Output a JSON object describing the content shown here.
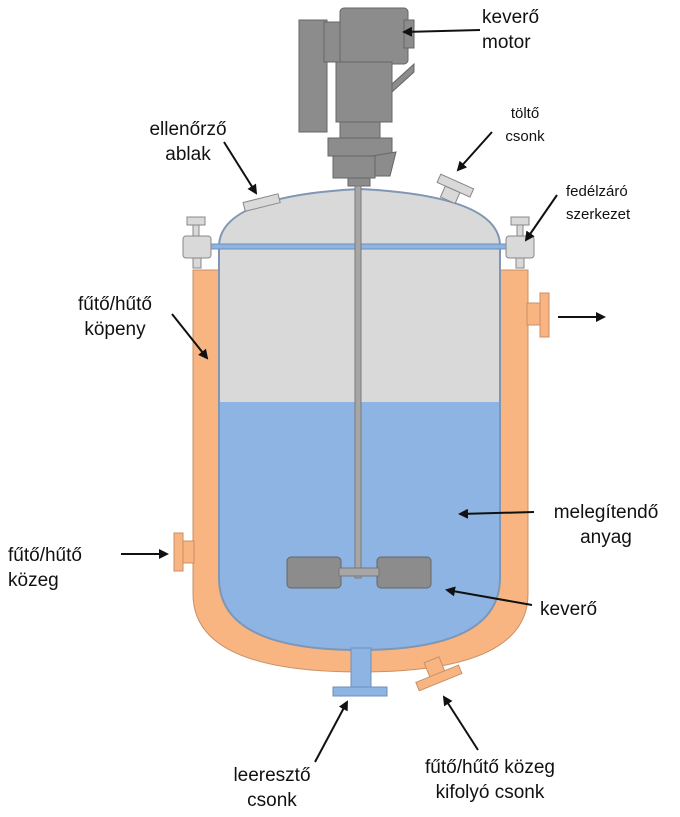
{
  "labels": {
    "motor": [
      "keverő",
      "motor"
    ],
    "window": [
      "ellenőrző",
      "ablak"
    ],
    "fill": [
      "töltő",
      "csonk"
    ],
    "lid": [
      "fedélzáró",
      "szerkezet"
    ],
    "jacket": [
      "fűtő/hűtő",
      "köpeny"
    ],
    "medium_in": [
      "fűtő/hűtő",
      "közeg"
    ],
    "material": [
      "melegítendő",
      "anyag"
    ],
    "stirrer": "keverő",
    "drain": [
      "leeresztő",
      "csonk"
    ],
    "medium_out": [
      "fűtő/hűtő közeg",
      "kifolyó csonk"
    ]
  },
  "colors": {
    "jacket": "#f8b582",
    "liquid": "#8eb4e3",
    "headspace": "#d9d9d9",
    "vessel_outline": "#7f97b5",
    "motor": "#8c8c8c",
    "arrow": "#111111"
  }
}
